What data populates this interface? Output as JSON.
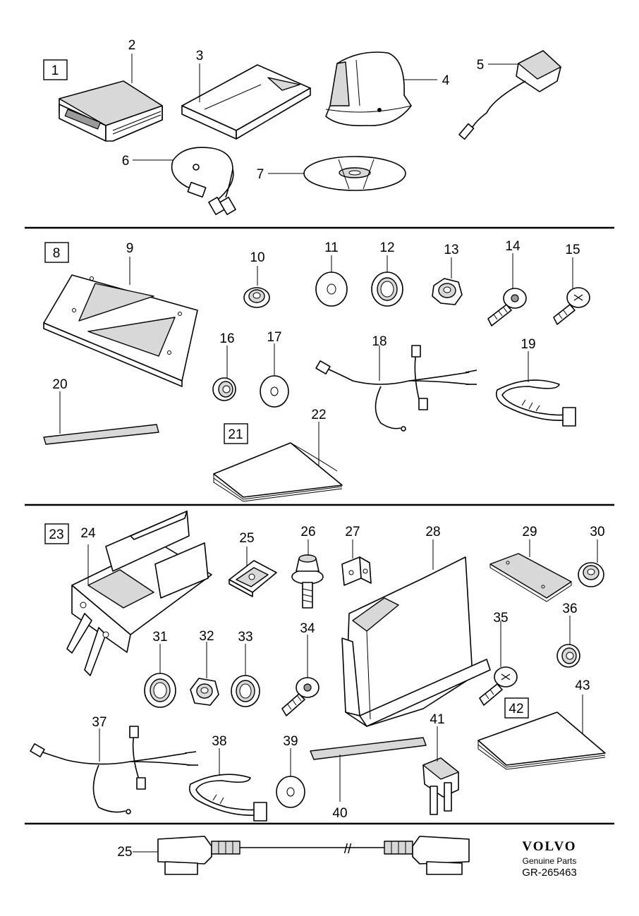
{
  "sections": [
    {
      "kit_label": "1",
      "parts": [
        "2",
        "3",
        "4",
        "5",
        "6",
        "7"
      ]
    },
    {
      "kit_label": "8",
      "parts": [
        "9",
        "10",
        "11",
        "12",
        "13",
        "14",
        "15",
        "16",
        "17",
        "18",
        "19",
        "20",
        "22"
      ],
      "sub_kit_label": "21"
    },
    {
      "kit_label": "23",
      "parts": [
        "24",
        "25",
        "26",
        "27",
        "28",
        "29",
        "30",
        "31",
        "32",
        "33",
        "34",
        "35",
        "36",
        "37",
        "38",
        "39",
        "40",
        "41",
        "43"
      ],
      "sub_kit_label": "42"
    }
  ],
  "bottom_detail": {
    "label": "25",
    "break_mark": "//"
  },
  "brand": {
    "logo": "VOLVO",
    "subtitle": "Genuine Parts",
    "code": "GR-265463"
  }
}
